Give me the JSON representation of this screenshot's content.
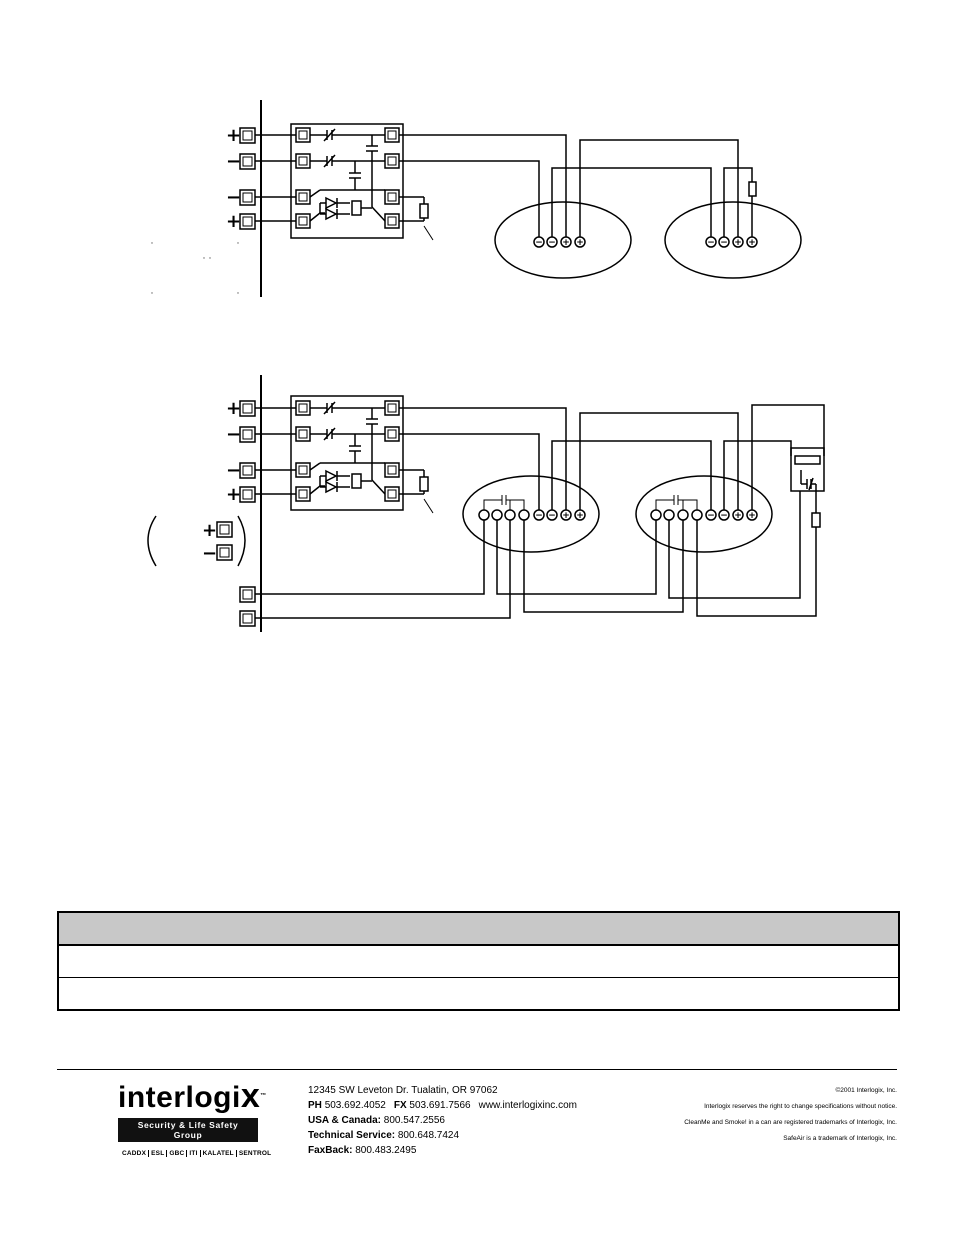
{
  "diagram_1": {
    "left_terminal_polarities": [
      "+",
      "−",
      "−",
      "+"
    ],
    "detector_terminals": [
      "⊖",
      "⊖",
      "⊕",
      "⊕"
    ]
  },
  "diagram_2": {
    "left_terminal_polarities": [
      "+",
      "−",
      "−",
      "+"
    ],
    "aux_terminal_polarities": [
      "+",
      "−"
    ],
    "detector_terminals": [
      "⊖",
      "⊖",
      "⊕",
      "⊕"
    ]
  },
  "footer": {
    "logo_word": "interlogi",
    "logo_x": "x",
    "logo_tm": "™",
    "logo_tagline": "Security & Life Safety Group",
    "logo_brands": [
      "CADDX",
      "ESL",
      "GBC",
      "ITI",
      "KALATEL",
      "SENTROL"
    ],
    "address": "12345 SW Leveton Dr.    Tualatin, OR  97062",
    "ph_label": "PH",
    "ph_value": "503.692.4052",
    "fx_label": "FX",
    "fx_value": "503.691.7566",
    "website": "www.interlogixinc.com",
    "usa_label": "USA & Canada:",
    "usa_value": "800.547.2556",
    "tech_label": "Technical Service:",
    "tech_value": "800.648.7424",
    "faxback_label": "FaxBack:",
    "faxback_value": "800.483.2495",
    "copyright": "©2001 Interlogix, Inc.",
    "legal_1": "Interlogix reserves the right to change specifications without notice.",
    "legal_2": "CleanMe and Smoke! in a can are registered trademarks of Interlogix, Inc.",
    "legal_3": "SafeAir is a trademark of Interlogix, Inc."
  }
}
